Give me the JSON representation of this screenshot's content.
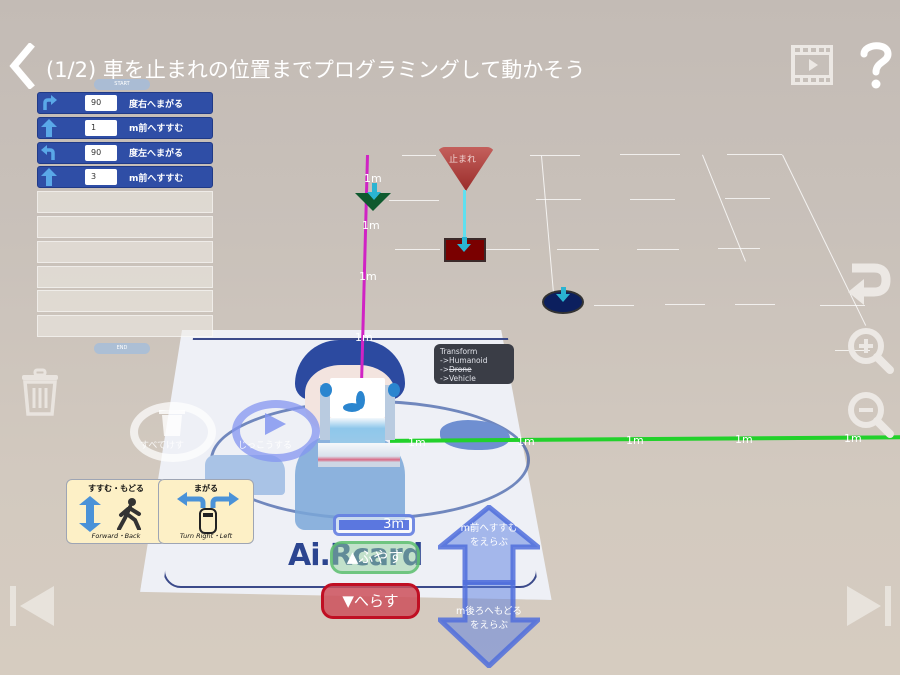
{
  "header": {
    "title": "(1/2) 車を止まれの位置までプログラミングして動かそう",
    "back_icon": "chevron-left-icon",
    "video_icon": "film-play-icon",
    "help_icon": "question-mark-icon"
  },
  "program": {
    "start_label": "START",
    "end_label": "END",
    "blocks": [
      {
        "icon": "turn-right-arrow-icon",
        "value": "90",
        "label": "度右へまがる"
      },
      {
        "icon": "up-arrow-icon",
        "value": "1",
        "label": "m前へすすむ"
      },
      {
        "icon": "turn-left-arrow-icon",
        "value": "90",
        "label": "度左へまがる"
      },
      {
        "icon": "up-arrow-icon",
        "value": "3",
        "label": "m前へすすむ"
      }
    ],
    "empty_slots": 6
  },
  "controls": {
    "clear_all_label": "すべてけす",
    "run_label": "じっこうする",
    "distance_value": "3m",
    "increase_label": "▲ふやす",
    "decrease_label": "▼へらす",
    "forward_label_line1": "m前へすすむ",
    "forward_label_line2": "をえらぶ",
    "back_label_line1": "m後ろへもどる",
    "back_label_line2": "をえらぶ"
  },
  "hint_cards": [
    {
      "title": "すすむ・もどる",
      "subtitle": "Forward・Back"
    },
    {
      "title": "まがる",
      "subtitle": "Turn Right・Left"
    }
  ],
  "scene": {
    "stop_sign_text": "止まれ",
    "transform_box": {
      "line1": "Transform",
      "line2": "->Humanoid",
      "line3a": "->",
      "line3b": "Drone",
      "line4": "->Vehicle"
    },
    "card_logo": "Ai.Rcard",
    "distance_labels": {
      "magenta": [
        "1m",
        "1m",
        "1m",
        "1m"
      ],
      "green": [
        "1m",
        "1m",
        "1m",
        "1m",
        "1m"
      ]
    }
  },
  "colors": {
    "block_blue": "#2f4ea6",
    "magenta_path": "#d023c4",
    "green_path": "#22d12b",
    "stop_red": "#9a2c2a",
    "decrease_red": "#c00f23",
    "increase_green": "#5abe6e",
    "arrow_blue": "#5a7ee0"
  }
}
